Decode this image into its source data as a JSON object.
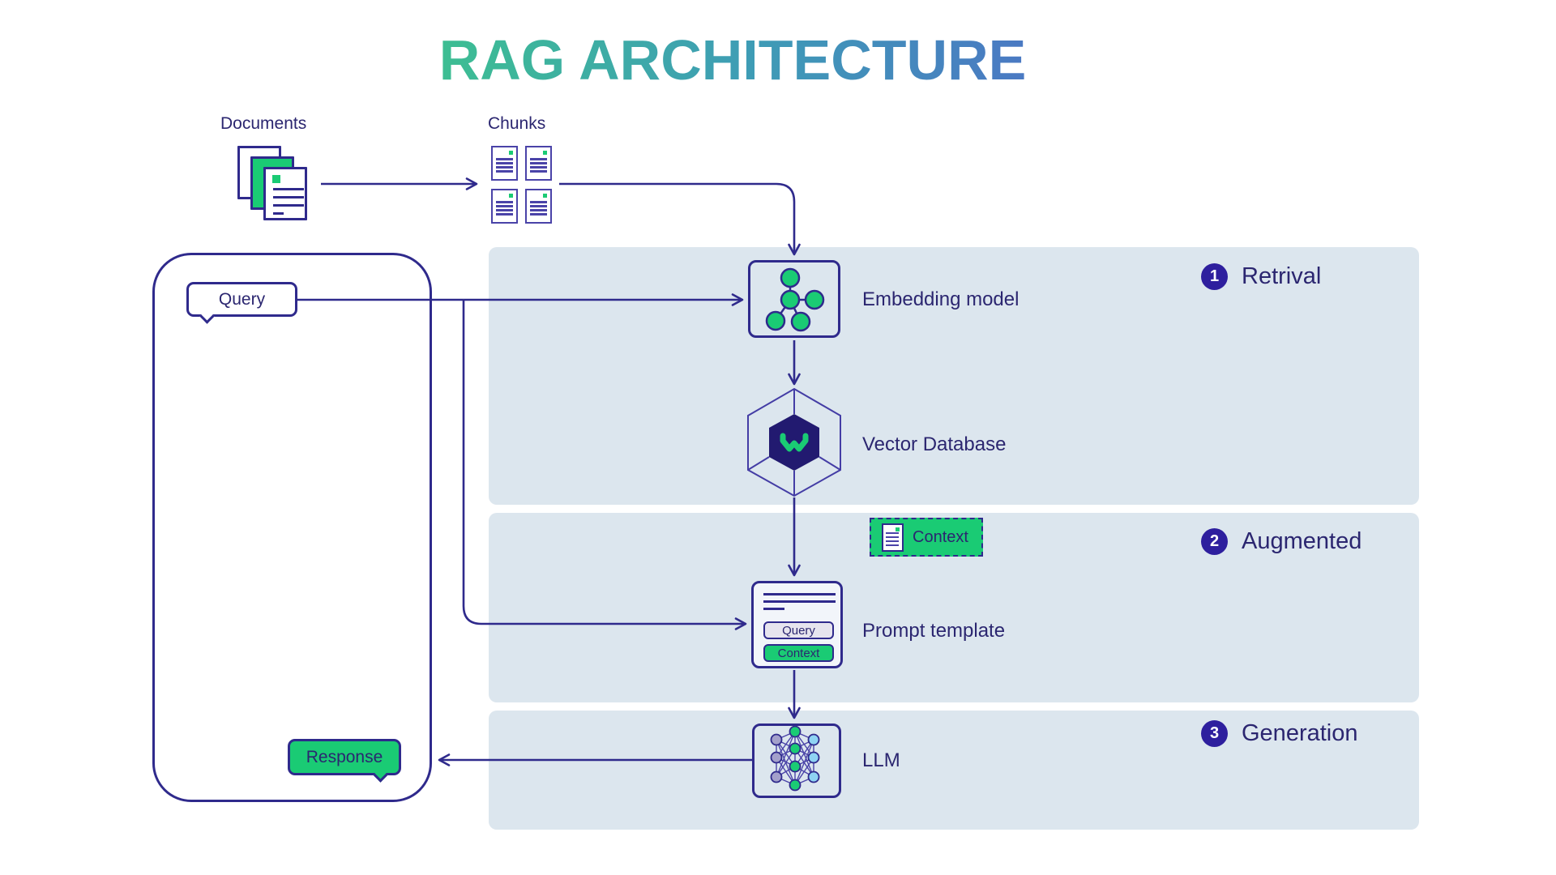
{
  "title": "RAG ARCHITECTURE",
  "labels": {
    "documents": "Documents",
    "chunks": "Chunks"
  },
  "chat": {
    "query": "Query",
    "response": "Response"
  },
  "nodes": {
    "embedding": "Embedding model",
    "vector_db": "Vector Database",
    "context": "Context",
    "prompt": "Prompt template",
    "prompt_query_pill": "Query",
    "prompt_context_pill": "Context",
    "llm": "LLM"
  },
  "steps": [
    {
      "number": "1",
      "label": "Retrival"
    },
    {
      "number": "2",
      "label": "Augmented"
    },
    {
      "number": "3",
      "label": "Generation"
    }
  ],
  "colors": {
    "line_navy": "#2f2a8c",
    "text_indigo": "#2b2670",
    "green": "#1ACB74",
    "panel_bg": "#DCE6EE",
    "badge_bg": "#2E1F9E",
    "title_gradient_start": "#3DBE92",
    "title_gradient_end": "#4A79C3",
    "hexagon_fill": "#221A70",
    "llm_node_left": "#A3A0CB",
    "llm_node_right": "#8FD3F3",
    "pill_gray": "#E6E4EE"
  }
}
